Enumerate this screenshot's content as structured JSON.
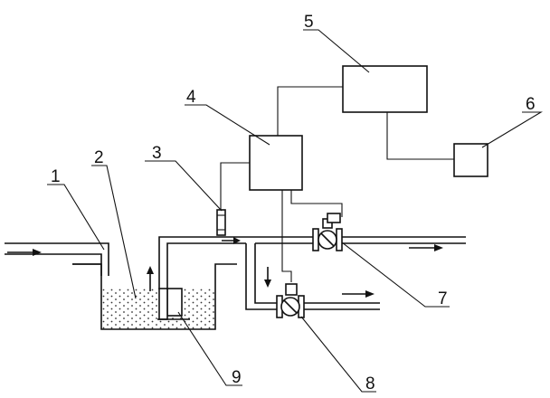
{
  "labels": {
    "n1": "1",
    "n2": "2",
    "n3": "3",
    "n4": "4",
    "n5": "5",
    "n6": "6",
    "n7": "7",
    "n8": "8",
    "n9": "9"
  },
  "colors": {
    "line": "#111111",
    "liquid_dots": "#333333"
  }
}
